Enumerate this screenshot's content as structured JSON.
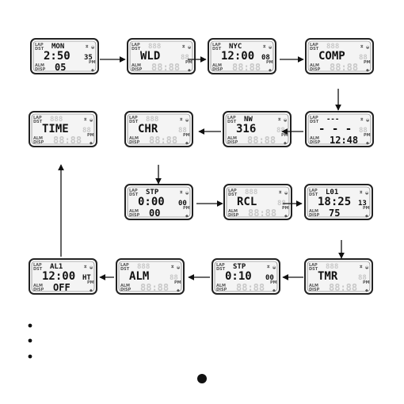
{
  "watch_screens": [
    {
      "id": "time-date",
      "top": "MON",
      "main": "2:50",
      "seconds": "35",
      "bottom": "05"
    },
    {
      "id": "world-time",
      "top": "",
      "main": "WLD",
      "seconds": "",
      "bottom": "88:88"
    },
    {
      "id": "nyc-time",
      "top": "NYC",
      "main": "12:00",
      "seconds": "08",
      "bottom": "88:88"
    },
    {
      "id": "compass",
      "top": "",
      "main": "COMP",
      "seconds": "",
      "bottom": "88:88"
    },
    {
      "id": "compass-reading",
      "top": "---",
      "main": "- - -",
      "seconds": "",
      "bottom": "12:48"
    },
    {
      "id": "heading",
      "top": "NW",
      "main": "316",
      "seconds": "",
      "bottom": "88:88"
    },
    {
      "id": "chronograph",
      "top": "",
      "main": "CHR",
      "seconds": "",
      "bottom": "88:88"
    },
    {
      "id": "time-set",
      "top": "",
      "main": "TIME",
      "seconds": "",
      "bottom": "88:88"
    },
    {
      "id": "stopwatch",
      "top": "STP",
      "main": "0:00",
      "seconds": "00",
      "bottom": "00"
    },
    {
      "id": "recall",
      "top": "",
      "main": "RCL",
      "seconds": "",
      "bottom": "88:88"
    },
    {
      "id": "recall-lap",
      "top": "L01",
      "main": "18:25",
      "seconds": "13",
      "bottom": "75"
    },
    {
      "id": "timer",
      "top": "",
      "main": "TMR",
      "seconds": "",
      "bottom": "88:88"
    },
    {
      "id": "timer-running",
      "top": "STP",
      "main": "0:10",
      "seconds": "00",
      "bottom": "88:88"
    },
    {
      "id": "alarm-mode",
      "top": "",
      "main": "ALM",
      "seconds": "",
      "bottom": "88:88"
    },
    {
      "id": "alarm-set",
      "top": "AL1",
      "main": "12:00",
      "seconds": "HT",
      "bottom": "OFF"
    }
  ],
  "lcd_labels": {
    "lap": "LAP",
    "dst": "DST",
    "alm": "ALM",
    "disp": "DISP",
    "pm": "PM",
    "segment_fill": "88:88"
  },
  "icons": [
    "hourglass-icon",
    "alarm-bell-icon",
    "compass-icon"
  ],
  "colors": {
    "ink": "#111111",
    "faint_segment": "#c8c8c8",
    "background": "#ffffff"
  }
}
